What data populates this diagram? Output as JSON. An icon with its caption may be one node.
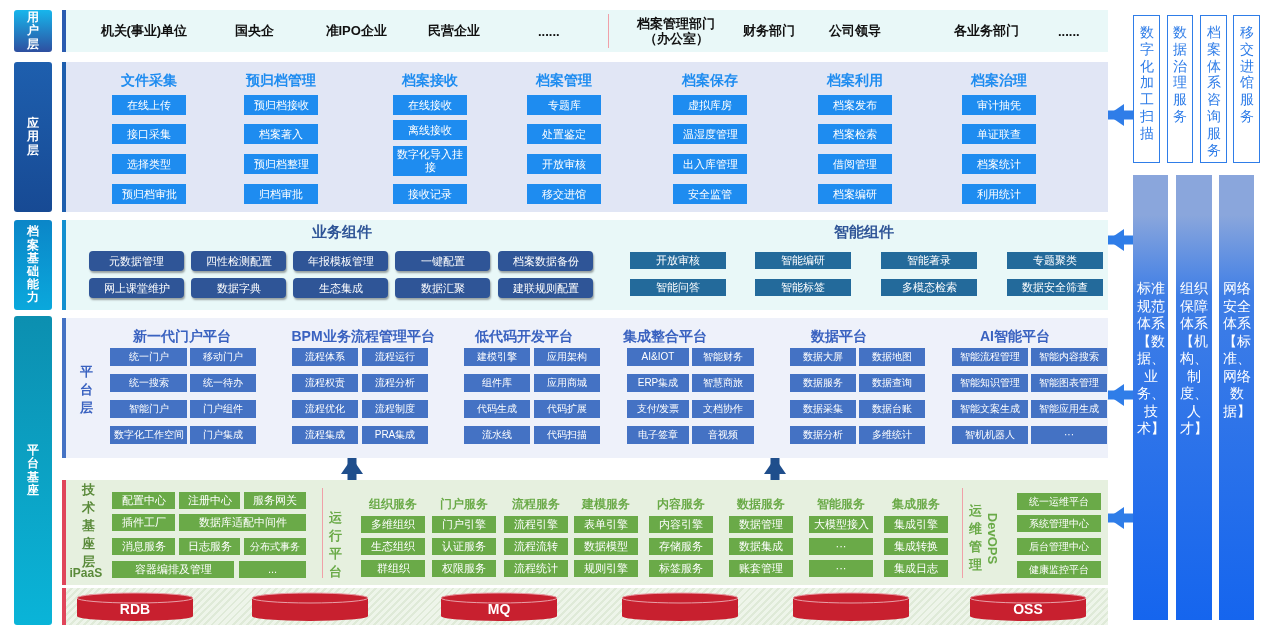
{
  "diagram": {
    "nodes": [
      {
        "text": [
          "用户层"
        ]
      },
      {
        "text": [
          "机关(事业)单位",
          "国央企",
          "准IPO企业",
          "民营企业",
          "......",
          "档案管理部门（办公室）",
          "财务部门",
          "公司领导",
          "各业务部门",
          "......"
        ]
      },
      {
        "text": [
          "应用层"
        ]
      },
      {
        "text": [
          "文件采集",
          "预归档管理",
          "档案接收",
          "档案管理",
          "档案保存",
          "档案利用",
          "档案治理"
        ]
      },
      {
        "text": [
          "在线上传"
        ],
        "in": 3
      },
      {
        "text": [
          "接口采集"
        ],
        "in": 3
      },
      {
        "text": [
          "选择类型"
        ],
        "in": 3
      },
      {
        "text": [
          "预归档审批"
        ],
        "in": 3
      },
      {
        "text": [
          "预归档接收"
        ],
        "in": 3
      },
      {
        "text": [
          "档案著入"
        ],
        "in": 3
      },
      {
        "text": [
          "预归档整理"
        ],
        "in": 3
      },
      {
        "text": [
          "归档审批"
        ],
        "in": 3
      },
      {
        "text": [
          "在线接收"
        ],
        "in": 3
      },
      {
        "text": [
          "离线接收"
        ],
        "in": 3
      },
      {
        "text": [
          "数字化导入挂接"
        ],
        "in": 3
      },
      {
        "text": [
          "接收记录"
        ],
        "in": 3
      },
      {
        "text": [
          "专题库"
        ],
        "in": 3
      },
      {
        "text": [
          "处置鉴定"
        ],
        "in": 3
      },
      {
        "text": [
          "开放审核"
        ],
        "in": 3
      },
      {
        "text": [
          "移交进馆"
        ],
        "in": 3
      },
      {
        "text": [
          "虚拟库房"
        ],
        "in": 3
      },
      {
        "text": [
          "温湿度管理"
        ],
        "in": 3
      },
      {
        "text": [
          "出入库管理"
        ],
        "in": 3
      },
      {
        "text": [
          "安全监管"
        ],
        "in": 3
      },
      {
        "text": [
          "档案发布"
        ],
        "in": 3
      },
      {
        "text": [
          "档案检索"
        ],
        "in": 3
      },
      {
        "text": [
          "借阅管理"
        ],
        "in": 3
      },
      {
        "text": [
          "档案编研"
        ],
        "in": 3
      },
      {
        "text": [
          "审计抽凭"
        ],
        "in": 3
      },
      {
        "text": [
          "单证联查"
        ],
        "in": 3
      },
      {
        "text": [
          "档案统计"
        ],
        "in": 3
      },
      {
        "text": [
          "利用统计"
        ],
        "in": 3
      },
      {
        "text": [
          "档案基础能力"
        ]
      },
      {
        "text": [
          "业务组件",
          "智能组件"
        ]
      },
      {
        "text": [
          "元数据管理"
        ],
        "in": 33
      },
      {
        "text": [
          "四性检测配置"
        ],
        "in": 33
      },
      {
        "text": [
          "年报模板管理"
        ],
        "in": 33
      },
      {
        "text": [
          "一键配置"
        ],
        "in": 33
      },
      {
        "text": [
          "档案数据备份"
        ],
        "in": 33
      },
      {
        "text": [
          "网上课堂维护"
        ],
        "in": 33
      },
      {
        "text": [
          "数据字典"
        ],
        "in": 33
      },
      {
        "text": [
          "生态集成"
        ],
        "in": 33
      },
      {
        "text": [
          "数据汇聚"
        ],
        "in": 33
      },
      {
        "text": [
          "建联规则配置"
        ],
        "in": 33
      },
      {
        "text": [
          "开放审核"
        ],
        "in": 33
      },
      {
        "text": [
          "智能编研"
        ],
        "in": 33
      },
      {
        "text": [
          "智能著录"
        ],
        "in": 33
      },
      {
        "text": [
          "专题聚类"
        ],
        "in": 33
      },
      {
        "text": [
          "智能问答"
        ],
        "in": 33
      },
      {
        "text": [
          "智能标签"
        ],
        "in": 33
      },
      {
        "text": [
          "多模态检索"
        ],
        "in": 33
      },
      {
        "text": [
          "数据安全筛查"
        ],
        "in": 33
      },
      {
        "text": [
          "平台基座"
        ]
      },
      {
        "text": [
          "平台层",
          "新一代门户平台",
          "BPM业务流程管理平台",
          "低代码开发平台",
          "集成整合平台",
          "数据平台",
          "AI智能平台"
        ]
      },
      {
        "text": [
          "统一门户"
        ],
        "in": 53
      },
      {
        "text": [
          "移动门户"
        ],
        "in": 53
      },
      {
        "text": [
          "统一搜索"
        ],
        "in": 53
      },
      {
        "text": [
          "统一待办"
        ],
        "in": 53
      },
      {
        "text": [
          "智能门户"
        ],
        "in": 53
      },
      {
        "text": [
          "门户组件"
        ],
        "in": 53
      },
      {
        "text": [
          "数字化工作空间"
        ],
        "in": 53
      },
      {
        "text": [
          "门户集成"
        ],
        "in": 53
      },
      {
        "text": [
          "流程体系"
        ],
        "in": 53
      },
      {
        "text": [
          "流程运行"
        ],
        "in": 53
      },
      {
        "text": [
          "流程权责"
        ],
        "in": 53
      },
      {
        "text": [
          "流程分析"
        ],
        "in": 53
      },
      {
        "text": [
          "流程优化"
        ],
        "in": 53
      },
      {
        "text": [
          "流程制度"
        ],
        "in": 53
      },
      {
        "text": [
          "流程集成"
        ],
        "in": 53
      },
      {
        "text": [
          "PRA集成"
        ],
        "in": 53
      },
      {
        "text": [
          "建模引擎"
        ],
        "in": 53
      },
      {
        "text": [
          "应用架构"
        ],
        "in": 53
      },
      {
        "text": [
          "组件库"
        ],
        "in": 53
      },
      {
        "text": [
          "应用商城"
        ],
        "in": 53
      },
      {
        "text": [
          "代码生成"
        ],
        "in": 53
      },
      {
        "text": [
          "代码扩展"
        ],
        "in": 53
      },
      {
        "text": [
          "流水线"
        ],
        "in": 53
      },
      {
        "text": [
          "代码扫描"
        ],
        "in": 53
      },
      {
        "text": [
          "AI&IOT"
        ],
        "in": 53
      },
      {
        "text": [
          "智能财务"
        ],
        "in": 53
      },
      {
        "text": [
          "ERP集成"
        ],
        "in": 53
      },
      {
        "text": [
          "智慧商旅"
        ],
        "in": 53
      },
      {
        "text": [
          "支付/发票"
        ],
        "in": 53
      },
      {
        "text": [
          "文档协作"
        ],
        "in": 53
      },
      {
        "text": [
          "电子签章"
        ],
        "in": 53
      },
      {
        "text": [
          "音视频"
        ],
        "in": 53
      },
      {
        "text": [
          "数据大屏"
        ],
        "in": 53
      },
      {
        "text": [
          "数据地图"
        ],
        "in": 53
      },
      {
        "text": [
          "数据服务"
        ],
        "in": 53
      },
      {
        "text": [
          "数据查询"
        ],
        "in": 53
      },
      {
        "text": [
          "数据采集"
        ],
        "in": 53
      },
      {
        "text": [
          "数据台账"
        ],
        "in": 53
      },
      {
        "text": [
          "数据分析"
        ],
        "in": 53
      },
      {
        "text": [
          "多维统计"
        ],
        "in": 53
      },
      {
        "text": [
          "智能流程管理"
        ],
        "in": 53
      },
      {
        "text": [
          "智能内容搜索"
        ],
        "in": 53
      },
      {
        "text": [
          "智能知识管理"
        ],
        "in": 53
      },
      {
        "text": [
          "智能图表管理"
        ],
        "in": 53
      },
      {
        "text": [
          "智能文案生成"
        ],
        "in": 53
      },
      {
        "text": [
          "智能应用生成"
        ],
        "in": 53
      },
      {
        "text": [
          "智机机器人"
        ],
        "in": 53
      },
      {
        "text": [
          "···"
        ],
        "in": 53
      },
      {
        "text": [
          "技术基座层",
          "iPaaS",
          "运行平台",
          "组织服务",
          "门户服务",
          "流程服务",
          "建模服务",
          "内容服务",
          "数据服务",
          "智能服务",
          "集成服务",
          "DevOPS",
          "运维管理"
        ]
      },
      {
        "text": [
          "配置中心"
        ],
        "in": 102
      },
      {
        "text": [
          "注册中心"
        ],
        "in": 102
      },
      {
        "text": [
          "服务网关"
        ],
        "in": 102
      },
      {
        "text": [
          "插件工厂"
        ],
        "in": 102
      },
      {
        "text": [
          "数据库适配中间件"
        ],
        "in": 102
      },
      {
        "text": [
          "消息服务"
        ],
        "in": 102
      },
      {
        "text": [
          "日志服务"
        ],
        "in": 102
      },
      {
        "text": [
          "分布式事务"
        ],
        "in": 102
      },
      {
        "text": [
          "容器编排及管理"
        ],
        "in": 102
      },
      {
        "text": [
          "..."
        ],
        "in": 102
      },
      {
        "text": [
          "多维组织"
        ],
        "in": 102
      },
      {
        "text": [
          "生态组织"
        ],
        "in": 102
      },
      {
        "text": [
          "群组织"
        ],
        "in": 102
      },
      {
        "text": [
          "门户引擎"
        ],
        "in": 102
      },
      {
        "text": [
          "认证服务"
        ],
        "in": 102
      },
      {
        "text": [
          "权限服务"
        ],
        "in": 102
      },
      {
        "text": [
          "流程引擎"
        ],
        "in": 102
      },
      {
        "text": [
          "流程流转"
        ],
        "in": 102
      },
      {
        "text": [
          "流程统计"
        ],
        "in": 102
      },
      {
        "text": [
          "表单引擎"
        ],
        "in": 102
      },
      {
        "text": [
          "数据模型"
        ],
        "in": 102
      },
      {
        "text": [
          "规则引擎"
        ],
        "in": 102
      },
      {
        "text": [
          "内容引擎"
        ],
        "in": 102
      },
      {
        "text": [
          "存储服务"
        ],
        "in": 102
      },
      {
        "text": [
          "标签服务"
        ],
        "in": 102
      },
      {
        "text": [
          "数据管理"
        ],
        "in": 102
      },
      {
        "text": [
          "数据集成"
        ],
        "in": 102
      },
      {
        "text": [
          "账套管理"
        ],
        "in": 102
      },
      {
        "text": [
          "大模型接入"
        ],
        "in": 102
      },
      {
        "text": [
          "···"
        ],
        "in": 102
      },
      {
        "text": [
          "···"
        ],
        "in": 102
      },
      {
        "text": [
          "集成引擎"
        ],
        "in": 102
      },
      {
        "text": [
          "集成转换"
        ],
        "in": 102
      },
      {
        "text": [
          "集成日志"
        ],
        "in": 102
      },
      {
        "text": [
          "统一运维平台"
        ],
        "in": 102
      },
      {
        "text": [
          "系统管理中心"
        ],
        "in": 102
      },
      {
        "text": [
          "后台管理中心"
        ],
        "in": 102
      },
      {
        "text": [
          "健康监控平台"
        ],
        "in": 102
      },
      {
        "text": [],
        "shape": "box"
      },
      {
        "text": [
          "RDB"
        ],
        "in": 141
      },
      {
        "text": [],
        "shape": "cylinder",
        "in": 141
      },
      {
        "text": [
          "MQ"
        ],
        "in": 141
      },
      {
        "text": [],
        "shape": "cylinder",
        "in": 141
      },
      {
        "text": [],
        "shape": "cylinder",
        "in": 141
      },
      {
        "text": [
          "OSS"
        ],
        "in": 141
      },
      {
        "text": [
          "数字化加工扫描"
        ]
      },
      {
        "text": [
          "数据治理服务"
        ]
      },
      {
        "text": [
          "档案体系咨询服务"
        ]
      },
      {
        "text": [
          "移交进馆服务"
        ]
      },
      {
        "text": [
          "标准规范体系【数据、业务、技术】"
        ]
      },
      {
        "text": [
          "组织保障体系【机构、制度、人才】"
        ]
      },
      {
        "text": [
          "网络安全体系【标准、网络数据】"
        ]
      }
    ],
    "edges": [
      {
        "from": 148,
        "to": 3,
        "arrow": "to"
      },
      {
        "from": 152,
        "to": 33,
        "arrow": "to"
      },
      {
        "from": 152,
        "to": 53,
        "arrow": "to"
      },
      {
        "from": 152,
        "to": 102,
        "arrow": "to"
      },
      {
        "from": 102,
        "to": 53,
        "arrow": "to",
        "color": "#1f4e8c"
      },
      {
        "from": 102,
        "to": 53,
        "arrow": "to",
        "color": "#1f4e8c"
      }
    ]
  }
}
